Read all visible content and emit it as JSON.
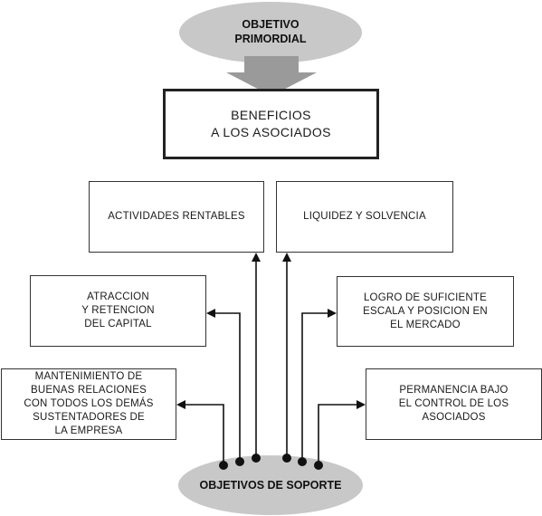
{
  "top_goal": {
    "label": "OBJETIVO\nPRIMORDIAL",
    "fill": "#c8c8c8"
  },
  "main_box": {
    "label": "BENEFICIOS\nA LOS ASOCIADOS"
  },
  "boxes": {
    "actividades": "ACTIVIDADES RENTABLES",
    "liquidez": "LIQUIDEZ Y SOLVENCIA",
    "atraccion": "ATRACCION\nY RETENCION\nDEL CAPITAL",
    "logro": "LOGRO DE SUFICIENTE\nESCALA Y POSICION EN\nEL MERCADO",
    "mantenimiento": "MANTENIMIENTO DE\nBUENAS RELACIONES\nCON TODOS LOS DEMÁS\nSUSTENTADORES DE\nLA EMPRESA",
    "permanencia": "PERMANENCIA BAJO\nEL CONTROL DE LOS\nASOCIADOS"
  },
  "bottom_goal": {
    "label": "OBJETIVOS DE SOPORTE",
    "fill": "#c8c8c8"
  },
  "colors": {
    "ellipse_fill": "#c8c8c8",
    "arrow_fill": "#9a9a9a",
    "line": "#111111"
  }
}
